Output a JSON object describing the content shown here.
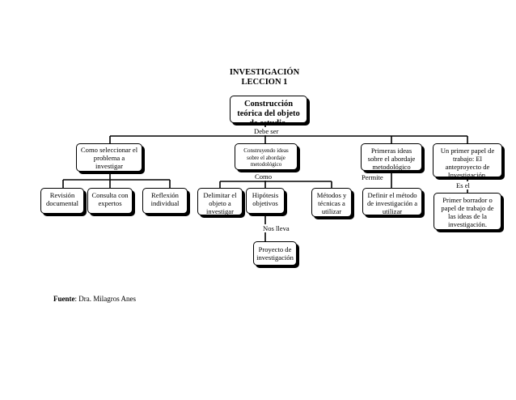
{
  "title": {
    "line1": "INVESTIGACIÓN",
    "line2": "LECCION 1"
  },
  "nodes": {
    "root": "Construcción teórica del objeto de estudio.",
    "como_seleccionar": "Como seleccionar el problema a investigar",
    "construyendo": "Construyendo ideas sobre el abordaje metodológico",
    "primeras_ideas": "Primeras ideas sobre el abordaje metodológico",
    "primer_papel": "Un primer papel de trabajo: El anteproyecto de Investigación.",
    "revision": "Revisión documental",
    "consulta": "Consulta con expertos",
    "reflexion": "Reflexión individual",
    "delimitar": "Delimitar el objeto a investigar",
    "hipotesis": "Hipótesis objetivos",
    "metodos": "Métodos y técnicas a utilizar",
    "definir": "Definir el método de investigación a utilizar",
    "borrador": "Primer borrador o papel de trabajo de las ideas de la investigación.",
    "proyecto": "Proyecto de investigación"
  },
  "links": {
    "debe_ser": "Debe   ser",
    "como": "Como",
    "permite": "Permite",
    "es_el": "Es   el",
    "nos_lleva": "Nos   lleva"
  },
  "source": {
    "label": "Fuente",
    "text": ": Dra. Milagros Anes"
  }
}
